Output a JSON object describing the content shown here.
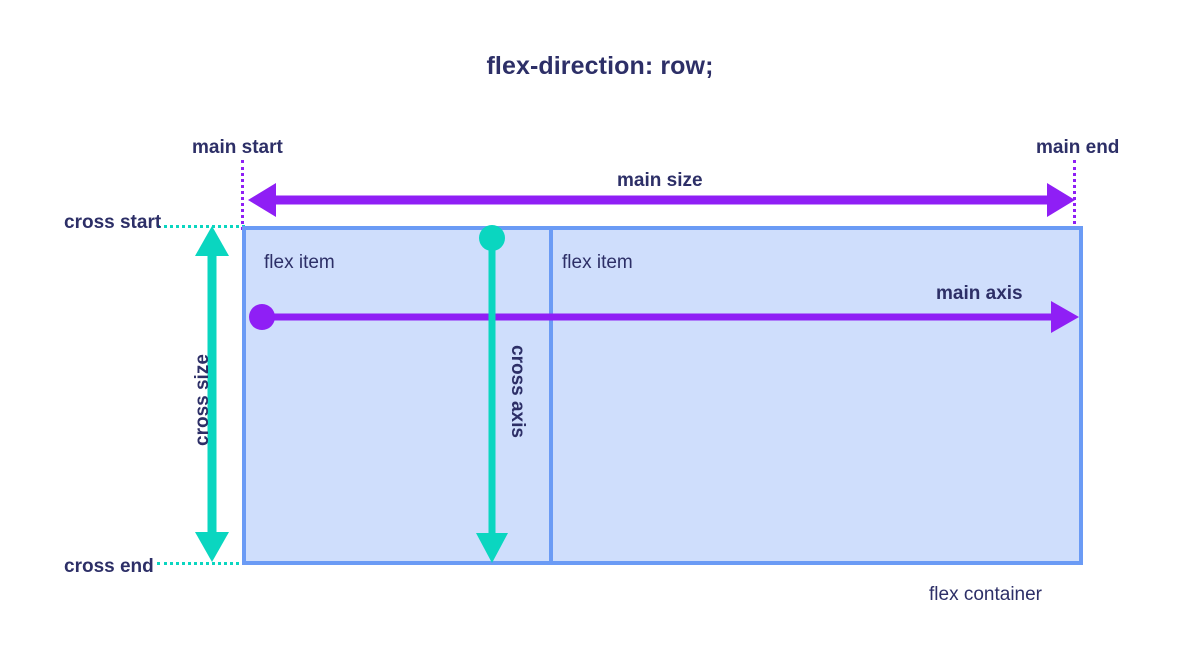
{
  "diagram": {
    "title": "flex-direction: row;",
    "labels": {
      "main_start": "main start",
      "main_end": "main end",
      "main_size": "main size",
      "main_axis": "main axis",
      "cross_start": "cross start",
      "cross_end": "cross end",
      "cross_size": "cross size",
      "cross_axis": "cross axis",
      "flex_container": "flex container"
    },
    "items": [
      {
        "label": "flex item"
      },
      {
        "label": "flex item"
      }
    ],
    "colors": {
      "main_axis": "#8f1ff5",
      "cross_axis": "#0ad6c0",
      "container_fill": "#cfdefc",
      "container_border": "#6b9bf5",
      "text": "#2d2f67",
      "background": "#ffffff"
    }
  }
}
